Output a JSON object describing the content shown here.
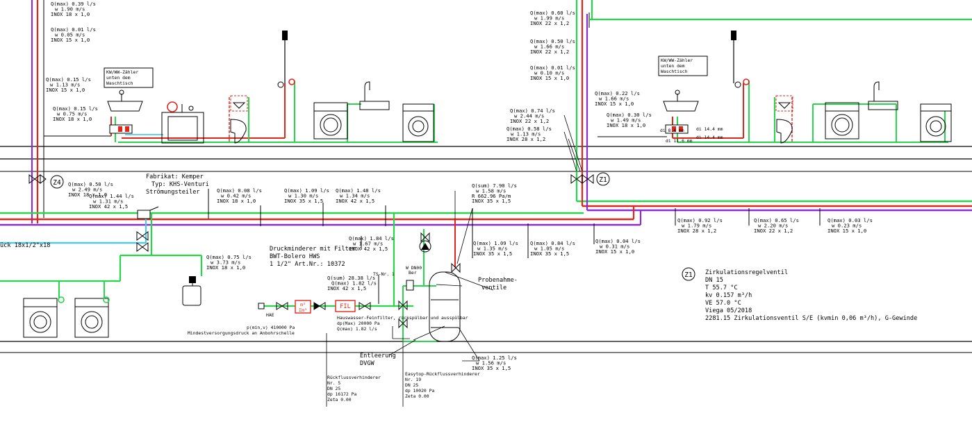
{
  "colors": {
    "cold": "#27d64a",
    "hot": "#e0251b",
    "circulation": "#8a2bd8",
    "cyan": "#4fc9e6",
    "black": "#000000"
  },
  "flow_labels": [
    {
      "id": "f1",
      "lines": [
        "Q(max) 0.39 l/s",
        "w 1.90 m/s",
        "INOX 18 x 1,0"
      ]
    },
    {
      "id": "f2",
      "lines": [
        "Q(max) 0.01 l/s",
        "w 0.05 m/s",
        "INOX 15 x 1,0"
      ]
    },
    {
      "id": "f3",
      "lines": [
        "Q(max) 0.15 l/s",
        "w 1.13 m/s",
        "INOX 15 x 1,0"
      ]
    },
    {
      "id": "f4",
      "lines": [
        "Q(max) 0.15 l/s",
        "w 0.75 m/s",
        "INOX 18 x 1,0"
      ]
    },
    {
      "id": "f5",
      "lines": [
        "Q(max) 0.50 l/s",
        "w 2.49 m/s",
        "INOX 18 x 1,0"
      ]
    },
    {
      "id": "f6",
      "lines": [
        "Q(max) 1.44 l/s",
        "w 1.31 m/s",
        "INOX 42 x 1,5"
      ]
    },
    {
      "id": "f7",
      "lines": [
        "Q(max) 0.08 l/s",
        "w 0.42 m/s",
        "INOX 18 x 1,0"
      ]
    },
    {
      "id": "f8",
      "lines": [
        "Q(max) 1.09 l/s",
        "w 1.30 m/s",
        "INOX 35 x 1,5"
      ]
    },
    {
      "id": "f9",
      "lines": [
        "Q(max) 1.48 l/s",
        "w 1.34 m/s",
        "INOX 42 x 1,5"
      ]
    },
    {
      "id": "f10",
      "lines": [
        "Q(max) 1.84 l/s",
        "w 1.67 m/s",
        "INOX 42 x 1,5"
      ]
    },
    {
      "id": "f11",
      "lines": [
        "Q(max) 0.75 l/s",
        "w 3.73 m/s",
        "INOX 18 x 1,0"
      ]
    },
    {
      "id": "f12",
      "lines": [
        "Q(sum) 28.38 l/s",
        "Q(max) 1.82 l/s",
        "INOX 42 x 1,5"
      ]
    },
    {
      "id": "f13",
      "lines": [
        "Q(sum) 7.90 l/s",
        "w 1.58 m/s",
        "R 662.96 Pa/m",
        "INOX 35 x 1,5"
      ]
    },
    {
      "id": "f14",
      "lines": [
        "Q(max) 1.09 l/s",
        "w 1.35 m/s",
        "INOX 35 x 1,5"
      ]
    },
    {
      "id": "f15",
      "lines": [
        "Q(max) 0.84 l/s",
        "w 1.05 m/s",
        "INOX 35 x 1,5"
      ]
    },
    {
      "id": "f16",
      "lines": [
        "Q(max) 0.04 l/s",
        "w 0.31 m/s",
        "INOX 15 x 1,0"
      ]
    },
    {
      "id": "f17",
      "lines": [
        "Q(max) 0.92 l/s",
        "w 1.79 m/s",
        "INOX 28 x 1,2"
      ]
    },
    {
      "id": "f18",
      "lines": [
        "Q(max) 0.65 l/s",
        "w 2.20 m/s",
        "INOX 22 x 1,2"
      ]
    },
    {
      "id": "f19",
      "lines": [
        "Q(max) 0.03 l/s",
        "w 0.23 m/s",
        "INOX 15 x 1,0"
      ]
    },
    {
      "id": "f20",
      "lines": [
        "Q(max) 0.60 l/s",
        "w 1.99 m/s",
        "INOX 22 x 1,2"
      ]
    },
    {
      "id": "f21",
      "lines": [
        "Q(max) 0.50 l/s",
        "w 1.66 m/s",
        "INOX 22 x 1,2"
      ]
    },
    {
      "id": "f22",
      "lines": [
        "Q(max) 0.01 l/s",
        "w 0.10 m/s",
        "INOX 15 x 1,0"
      ]
    },
    {
      "id": "f23",
      "lines": [
        "Q(max) 0.74 l/s",
        "w 2.44 m/s",
        "INOX 22 x 1,2"
      ]
    },
    {
      "id": "f24",
      "lines": [
        "Q(max) 0.58 l/s",
        "w 1.13 m/s",
        "INOX 28 x 1,2"
      ]
    },
    {
      "id": "f25",
      "lines": [
        "Q(max) 0.22 l/s",
        "w 1.66 m/s",
        "INOX 15 x 1,0"
      ]
    },
    {
      "id": "f26",
      "lines": [
        "Q(max) 0.30 l/s",
        "w 1.49 m/s",
        "INOX 18 x 1,0"
      ]
    },
    {
      "id": "f27",
      "lines": [
        "Q(max) 1.25 l/s",
        "w 1.56 m/s",
        "INOX 35 x 1,5"
      ]
    }
  ],
  "tags": {
    "z4": "Z4",
    "z1": "Z1",
    "z1_legend": "Z1",
    "hae": "HAE",
    "fil": "FIL",
    "meter_top": "m³",
    "meter_sym": "Σm³"
  },
  "notes": {
    "zaehler_left": [
      "KW/WW-Zähler",
      "unten dem",
      "Waschtisch"
    ],
    "zaehler_right": [
      "KW/WW-Zähler",
      "unten dem",
      "Waschtisch"
    ],
    "kemper": [
      "Fabrikat: Kemper",
      "Typ: KHS-Venturi",
      "Strömungsteiler"
    ],
    "druckminderer": [
      "Druckminderer mit Filter",
      "BWT-Bolero HWS",
      "1 1/2\" Art.Nr.: 10372"
    ],
    "pipe_left": "ück 18x1/2\"x18",
    "hausfilter": [
      "Hauswasser-Feinfilter, rückspülbar und ausspülbar",
      "dp(Max) 20000 Pa",
      "Q(max) 1.82 l/s"
    ],
    "mindest": [
      "p(min,v) 410000 Pa",
      "Mindestversorgungsdruck an Anbohrschelle"
    ],
    "ts_nr": "TS-Nr. 1",
    "probenahme": [
      "Probenahme-",
      "ventile"
    ],
    "entleerung": [
      "Entleerung",
      "DVGW"
    ],
    "rueckfluss_left": [
      "Rückflussverhinderer",
      "Nr. 5",
      "DN 25",
      "dp 16172 Pa",
      "Zeta 0.00"
    ],
    "rueckfluss_right": [
      "Easytop-Rückflussverhinderer",
      "Nr. 19",
      "DN 25",
      "dp 10020 Pa",
      "Zeta 0.00"
    ],
    "dia_a": "di 8.4 mm",
    "dia_b": "di 14.4 mm",
    "dia_c": "di 11.6 mm",
    "dia_d": "di 14.4 mm",
    "ws_small": [
      "W DN00",
      "Ber"
    ]
  },
  "legend_z1": [
    "Zirkulationsregelventil",
    "DN 15",
    "T 55.7 °C",
    "kv 0.157 m³/h",
    "VE 57.0 °C",
    "Viega 05/2018",
    "2281.15 Zirkulationsventil S/E (kvmin 0,06 m³/h), G-Gewinde"
  ]
}
